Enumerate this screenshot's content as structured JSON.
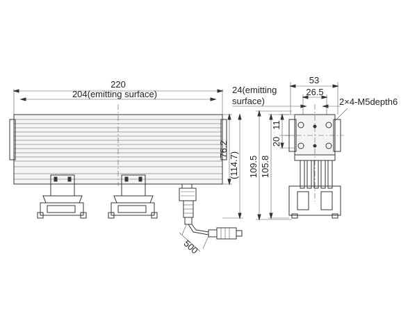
{
  "dimensions": {
    "overall_length": "220",
    "emitting_length": "204(emitting surface)",
    "height_76": "76.2",
    "height_114": "(114.7)",
    "cable_length": "500",
    "side_width": "53",
    "side_emit_width": "26.5",
    "side_emit_label_1": "24(emitting",
    "side_emit_label_2": "surface)",
    "screw_spec": "2×4-M5depth6",
    "dim_20": "20",
    "dim_11": "11",
    "dim_109": "109.5",
    "dim_105": "105.8"
  },
  "colors": {
    "line": "#333333",
    "body_fill": "#f4f4f4"
  }
}
